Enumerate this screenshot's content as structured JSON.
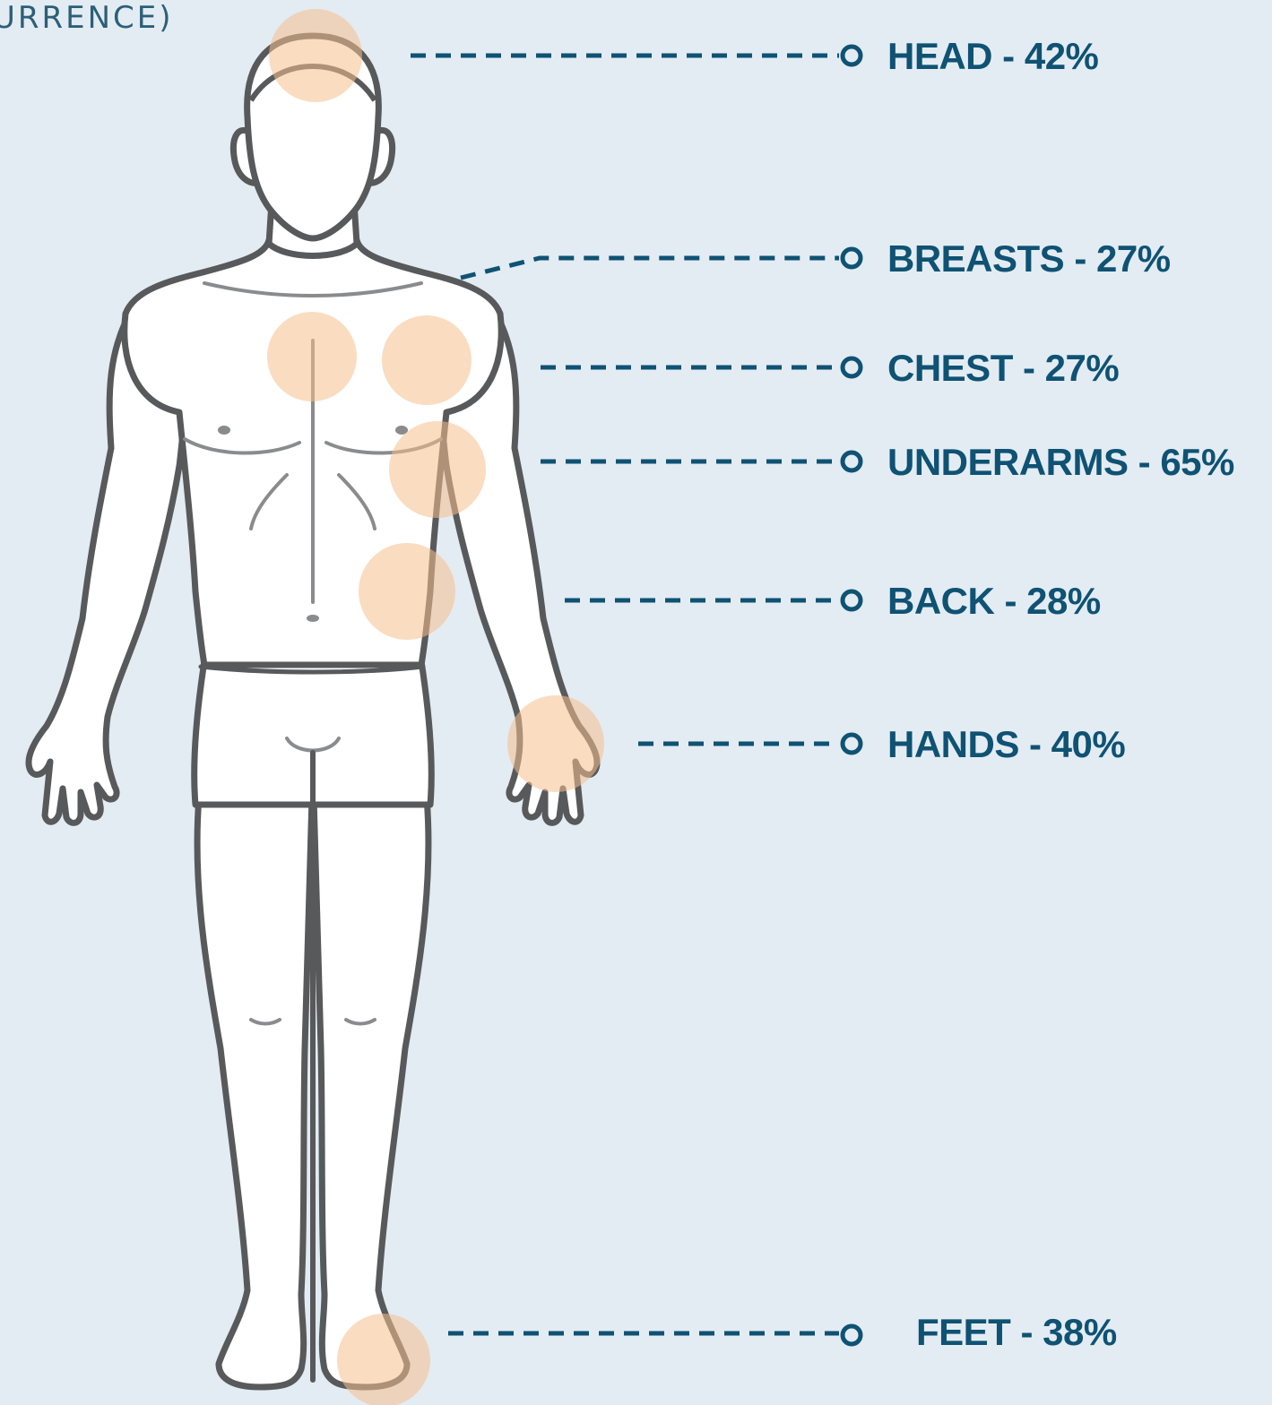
{
  "caption": "URRENCE)",
  "colors": {
    "background": "#e3ecf3",
    "accent": "#0f5273",
    "body_outline": "#58595b",
    "highlight": "#f6c08e"
  },
  "regions": [
    {
      "id": "head",
      "label": "HEAD - 42%",
      "percent": 42
    },
    {
      "id": "breasts",
      "label": "BREASTS - 27%",
      "percent": 27
    },
    {
      "id": "chest",
      "label": "CHEST - 27%",
      "percent": 27
    },
    {
      "id": "underarms",
      "label": "UNDERARMS - 65%",
      "percent": 65
    },
    {
      "id": "back",
      "label": "BACK - 28%",
      "percent": 28
    },
    {
      "id": "hands",
      "label": "HANDS - 40%",
      "percent": 40
    },
    {
      "id": "feet",
      "label": "FEET - 38%",
      "percent": 38
    }
  ]
}
